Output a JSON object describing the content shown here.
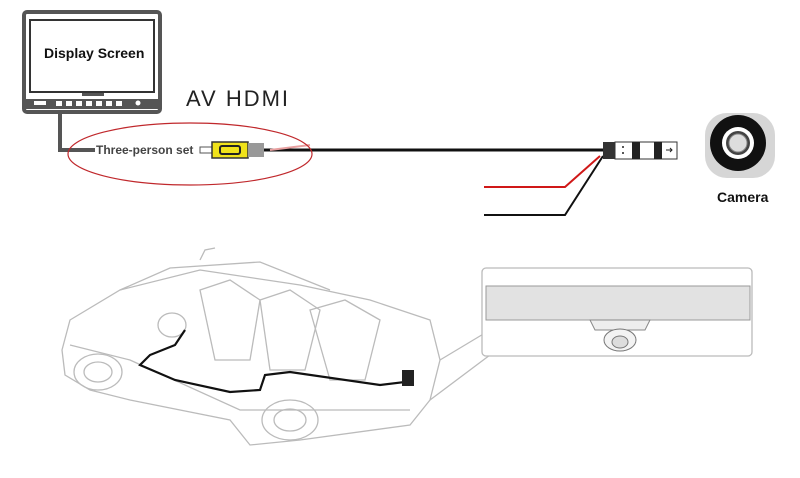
{
  "labels": {
    "display_screen": "Display Screen",
    "cable_type": "AV HDMI",
    "three_person_set": "Three-person set",
    "camera": "Camera"
  },
  "colors": {
    "rca_plug": "#f0e21a",
    "power_wire": "#d01818",
    "highlight_ellipse": "#c0282c",
    "cable": "#111111"
  }
}
